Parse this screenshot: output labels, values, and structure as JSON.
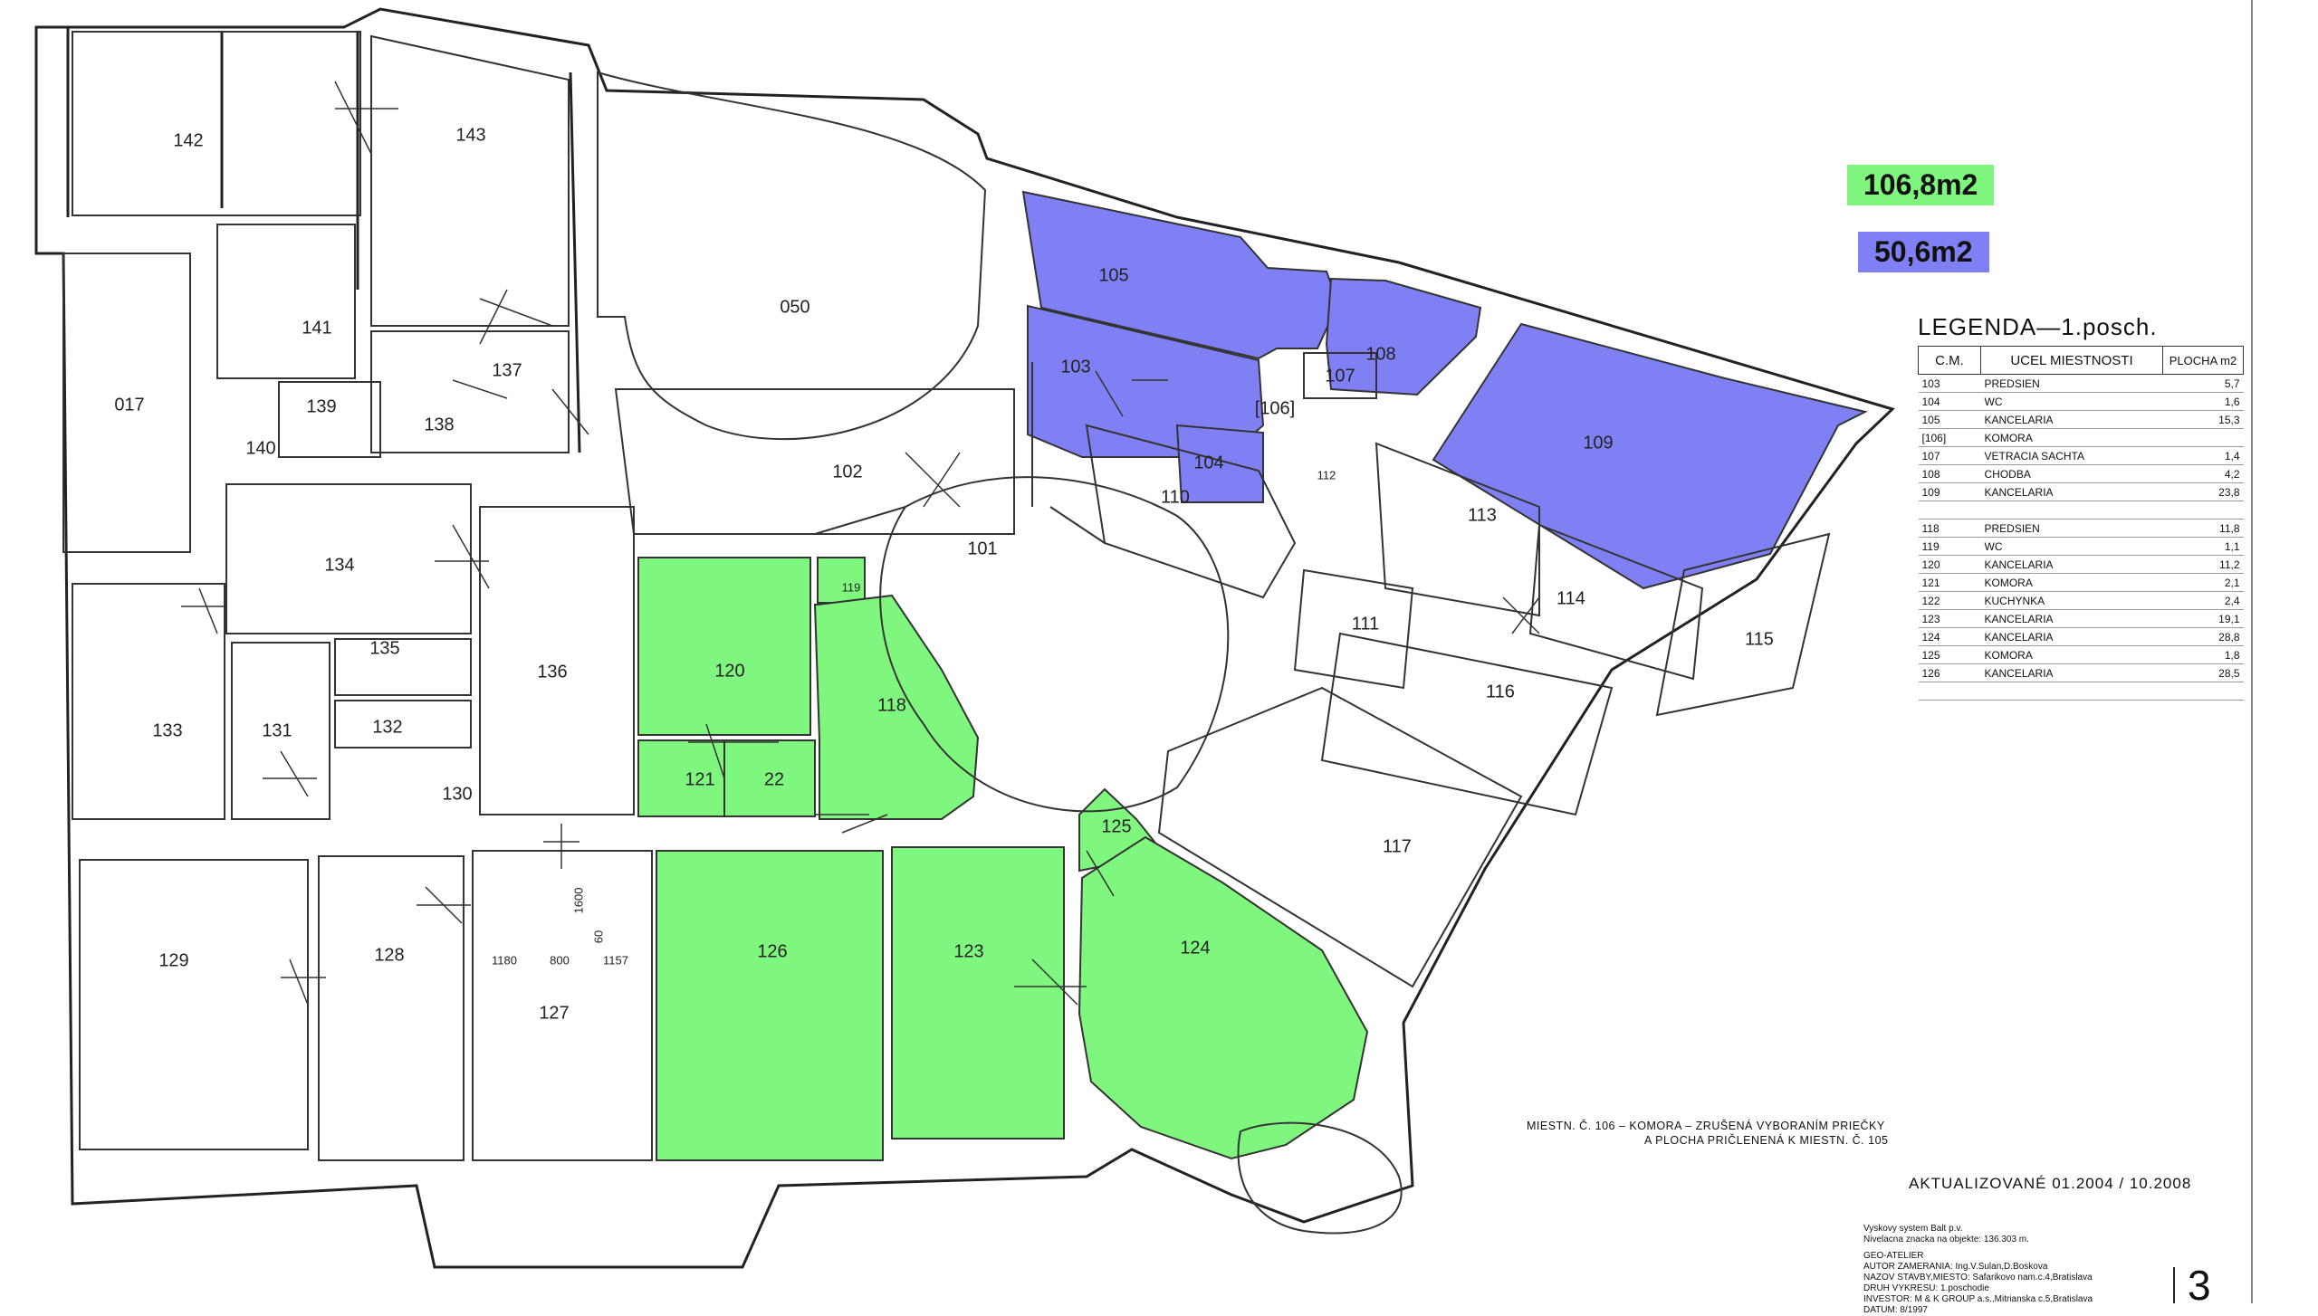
{
  "areas": {
    "green": {
      "label": "106,8m2",
      "color": "#7ff77f"
    },
    "blue": {
      "label": "50,6m2",
      "color": "#8080f5"
    }
  },
  "legend": {
    "title": "LEGENDA—1.posch.",
    "headers": {
      "cm": "C.M.",
      "use": "UCEL MIESTNOSTI",
      "area": "PLOCHA m2"
    },
    "group1": [
      {
        "cm": "103",
        "use": "PREDSIEN",
        "area": "5,7"
      },
      {
        "cm": "104",
        "use": "WC",
        "area": "1,6"
      },
      {
        "cm": "105",
        "use": "KANCELARIA",
        "area": "15,3"
      },
      {
        "cm": "[106]",
        "use": "KOMORA",
        "area": ""
      },
      {
        "cm": "107",
        "use": "VETRACIA SACHTA",
        "area": "1,4"
      },
      {
        "cm": "108",
        "use": "CHODBA",
        "area": "4,2"
      },
      {
        "cm": "109",
        "use": "KANCELARIA",
        "area": "23,8"
      }
    ],
    "group2": [
      {
        "cm": "118",
        "use": "PREDSIEN",
        "area": "11,8"
      },
      {
        "cm": "119",
        "use": "WC",
        "area": "1,1"
      },
      {
        "cm": "120",
        "use": "KANCELARIA",
        "area": "11,2"
      },
      {
        "cm": "121",
        "use": "KOMORA",
        "area": "2,1"
      },
      {
        "cm": "122",
        "use": "KUCHYNKA",
        "area": "2,4"
      },
      {
        "cm": "123",
        "use": "KANCELARIA",
        "area": "19,1"
      },
      {
        "cm": "124",
        "use": "KANCELARIA",
        "area": "28,8"
      },
      {
        "cm": "125",
        "use": "KOMORA",
        "area": "1,8"
      },
      {
        "cm": "126",
        "use": "KANCELARIA",
        "area": "28,5"
      }
    ]
  },
  "rooms": {
    "r142": "142",
    "r143": "143",
    "r141": "141",
    "r137": "137",
    "r139": "139",
    "r138": "138",
    "r140": "140",
    "r017": "017",
    "r050": "050",
    "r134": "134",
    "r135": "135",
    "r133": "133",
    "r131": "131",
    "r132": "132",
    "r136": "136",
    "r130": "130",
    "r129": "129",
    "r128": "128",
    "r127": "127",
    "r126": "126",
    "r123": "123",
    "r124": "124",
    "r125": "125",
    "r120": "120",
    "r121": "121",
    "r122": "22",
    "r118": "118",
    "r119": "119",
    "r102": "102",
    "r101": "101",
    "r110": "110",
    "r105": "105",
    "r103": "103",
    "r104": "104",
    "r106": "[106]",
    "r107": "107",
    "r108": "108",
    "r109": "109",
    "r113": "113",
    "r111": "111",
    "r114": "114",
    "r116": "116",
    "r115": "115",
    "r117": "117",
    "r112": "112"
  },
  "dims": {
    "d1600": "1600",
    "d60": "60",
    "d1180": "1180",
    "d800": "800",
    "d1157": "1157"
  },
  "note": {
    "line1": "MIESTN. Č. 106 – KOMORA – ZRUŠENÁ VYBORANÍM PRIEČKY",
    "line2": "A PLOCHA PRIČLENENÁ K MIESTN. Č. 105"
  },
  "updated": "AKTUALIZOVANÉ 01.2004 / 10.2008",
  "titleblock": {
    "l1": "Vyskovy system Balt p.v.",
    "l2": "Nivelacna znacka na objekte: 136.303 m.",
    "l3": "GEO-ATELIER",
    "l4": "AUTOR ZAMERANIA: Ing.V.Sulan,D.Boskova",
    "l5": "NAZOV STAVBY,MIESTO: Safarikovo nam.c.4,Bratislava",
    "l6": "DRUH VYKRESU: 1.poschodie",
    "l7": "INVESTOR: M & K GROUP a.s.,Mitrianska c.5,Bratislava",
    "l8": "DATUM: 8/1997"
  },
  "sheet_number": "3"
}
